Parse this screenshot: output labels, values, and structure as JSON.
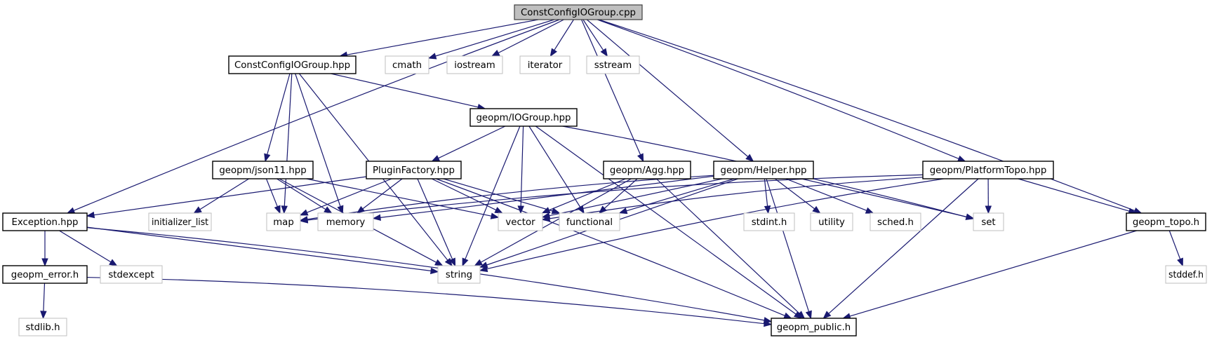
{
  "diagram": {
    "title": "ConstConfigIOGroup.cpp include dependency graph",
    "colors": {
      "edge": "#191970",
      "root_fill": "#bfbfbf",
      "root_stroke": "#404040",
      "documented_stroke": "#000000",
      "external_stroke": "#bfbfbf",
      "node_fill": "#ffffff"
    },
    "nodes": [
      {
        "id": "root",
        "label": "ConstConfigIOGroup.cpp",
        "kind": "root"
      },
      {
        "id": "ccio_hpp",
        "label": "ConstConfigIOGroup.hpp",
        "kind": "documented"
      },
      {
        "id": "cmath",
        "label": "cmath",
        "kind": "external"
      },
      {
        "id": "iostream",
        "label": "iostream",
        "kind": "external"
      },
      {
        "id": "iterator",
        "label": "iterator",
        "kind": "external"
      },
      {
        "id": "sstream",
        "label": "sstream",
        "kind": "external"
      },
      {
        "id": "iogroup",
        "label": "geopm/IOGroup.hpp",
        "kind": "documented"
      },
      {
        "id": "json11",
        "label": "geopm/json11.hpp",
        "kind": "documented"
      },
      {
        "id": "pluginfactory",
        "label": "PluginFactory.hpp",
        "kind": "documented"
      },
      {
        "id": "agg",
        "label": "geopm/Agg.hpp",
        "kind": "documented"
      },
      {
        "id": "helper",
        "label": "geopm/Helper.hpp",
        "kind": "documented"
      },
      {
        "id": "platformtopo",
        "label": "geopm/PlatformTopo.hpp",
        "kind": "documented"
      },
      {
        "id": "exception",
        "label": "Exception.hpp",
        "kind": "documented"
      },
      {
        "id": "initializer_list",
        "label": "initializer_list",
        "kind": "external"
      },
      {
        "id": "map",
        "label": "map",
        "kind": "external"
      },
      {
        "id": "memory",
        "label": "memory",
        "kind": "external"
      },
      {
        "id": "vector",
        "label": "vector",
        "kind": "external"
      },
      {
        "id": "functional",
        "label": "functional",
        "kind": "external"
      },
      {
        "id": "stdint",
        "label": "stdint.h",
        "kind": "external"
      },
      {
        "id": "utility",
        "label": "utility",
        "kind": "external"
      },
      {
        "id": "sched",
        "label": "sched.h",
        "kind": "external"
      },
      {
        "id": "set",
        "label": "set",
        "kind": "external"
      },
      {
        "id": "geopm_topo",
        "label": "geopm_topo.h",
        "kind": "documented"
      },
      {
        "id": "geopm_error",
        "label": "geopm_error.h",
        "kind": "documented"
      },
      {
        "id": "stdexcept",
        "label": "stdexcept",
        "kind": "external"
      },
      {
        "id": "string",
        "label": "string",
        "kind": "external"
      },
      {
        "id": "stddef",
        "label": "stddef.h",
        "kind": "external"
      },
      {
        "id": "stdlib",
        "label": "stdlib.h",
        "kind": "external"
      },
      {
        "id": "geopm_public",
        "label": "geopm_public.h",
        "kind": "documented"
      }
    ],
    "edges": [
      [
        "root",
        "ccio_hpp"
      ],
      [
        "root",
        "cmath"
      ],
      [
        "root",
        "iostream"
      ],
      [
        "root",
        "iterator"
      ],
      [
        "root",
        "sstream"
      ],
      [
        "root",
        "exception"
      ],
      [
        "root",
        "agg"
      ],
      [
        "root",
        "helper"
      ],
      [
        "root",
        "platformtopo"
      ],
      [
        "root",
        "geopm_topo"
      ],
      [
        "ccio_hpp",
        "iogroup"
      ],
      [
        "ccio_hpp",
        "json11"
      ],
      [
        "ccio_hpp",
        "map"
      ],
      [
        "ccio_hpp",
        "memory"
      ],
      [
        "ccio_hpp",
        "string"
      ],
      [
        "iogroup",
        "pluginfactory"
      ],
      [
        "iogroup",
        "vector"
      ],
      [
        "iogroup",
        "functional"
      ],
      [
        "iogroup",
        "string"
      ],
      [
        "iogroup",
        "set"
      ],
      [
        "iogroup",
        "geopm_public"
      ],
      [
        "json11",
        "initializer_list"
      ],
      [
        "json11",
        "map"
      ],
      [
        "json11",
        "memory"
      ],
      [
        "json11",
        "vector"
      ],
      [
        "json11",
        "string"
      ],
      [
        "pluginfactory",
        "exception"
      ],
      [
        "pluginfactory",
        "map"
      ],
      [
        "pluginfactory",
        "memory"
      ],
      [
        "pluginfactory",
        "vector"
      ],
      [
        "pluginfactory",
        "functional"
      ],
      [
        "pluginfactory",
        "string"
      ],
      [
        "pluginfactory",
        "geopm_public"
      ],
      [
        "agg",
        "vector"
      ],
      [
        "agg",
        "functional"
      ],
      [
        "agg",
        "string"
      ],
      [
        "agg",
        "geopm_public"
      ],
      [
        "helper",
        "map"
      ],
      [
        "helper",
        "vector"
      ],
      [
        "helper",
        "functional"
      ],
      [
        "helper",
        "string"
      ],
      [
        "helper",
        "stdint"
      ],
      [
        "helper",
        "utility"
      ],
      [
        "helper",
        "sched"
      ],
      [
        "helper",
        "set"
      ],
      [
        "helper",
        "memory"
      ],
      [
        "helper",
        "geopm_public"
      ],
      [
        "platformtopo",
        "vector"
      ],
      [
        "platformtopo",
        "map"
      ],
      [
        "platformtopo",
        "set"
      ],
      [
        "platformtopo",
        "string"
      ],
      [
        "platformtopo",
        "geopm_topo"
      ],
      [
        "platformtopo",
        "geopm_public"
      ],
      [
        "exception",
        "geopm_error"
      ],
      [
        "exception",
        "stdexcept"
      ],
      [
        "exception",
        "string"
      ],
      [
        "exception",
        "geopm_public"
      ],
      [
        "geopm_error",
        "stdlib"
      ],
      [
        "geopm_error",
        "geopm_public"
      ],
      [
        "geopm_topo",
        "stddef"
      ],
      [
        "geopm_topo",
        "geopm_public"
      ]
    ]
  }
}
